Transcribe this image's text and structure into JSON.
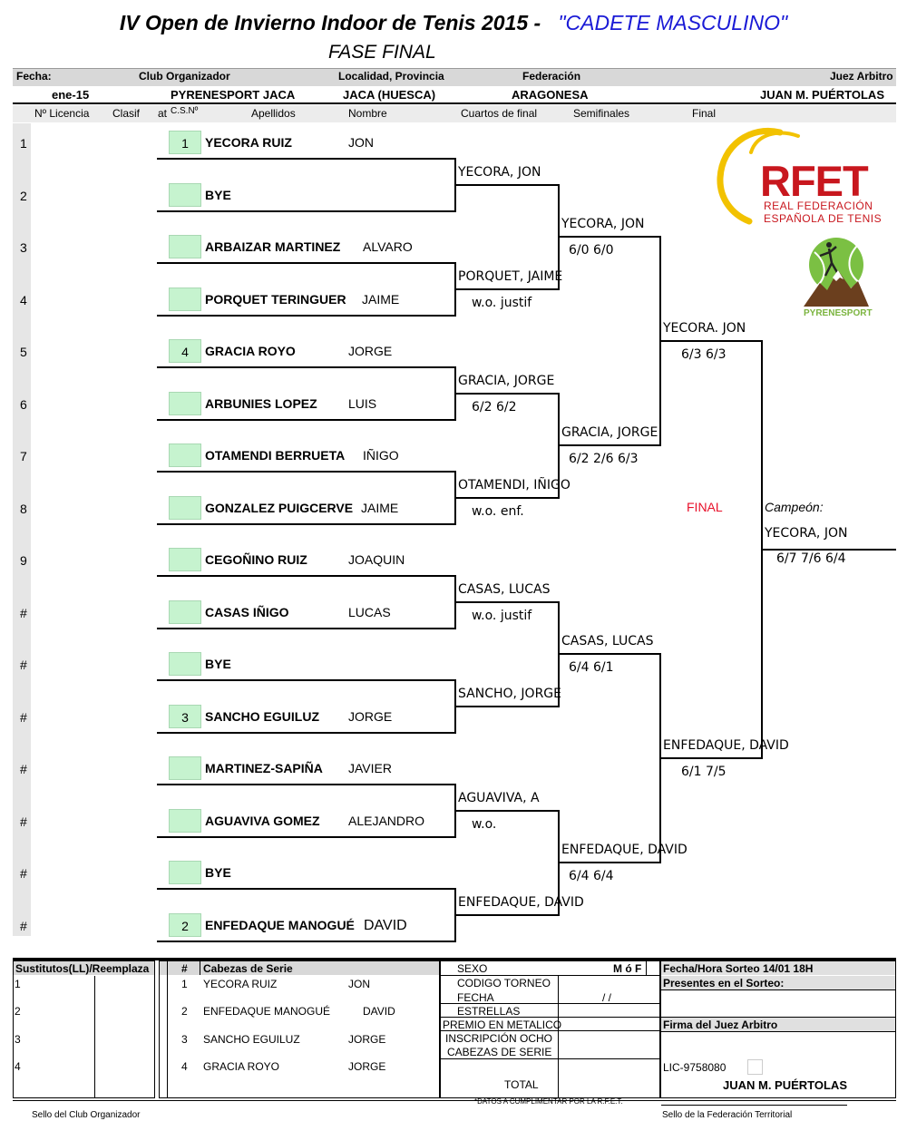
{
  "header": {
    "title_main": "IV Open de Invierno Indoor de Tenis 2015 -",
    "title_category": "\"CADETE MASCULINO\"",
    "subtitle": "FASE FINAL",
    "labels": {
      "fecha": "Fecha:",
      "club": "Club Organizador",
      "localidad": "Localidad, Provincia",
      "federacion": "Federación",
      "juez": "Juez Arbitro"
    },
    "values": {
      "fecha": "ene-15",
      "club": "PYRENESPORT JACA",
      "localidad": "JACA (HUESCA)",
      "federacion": "ARAGONESA",
      "juez": "JUAN M. PUÉRTOLAS"
    }
  },
  "columns": {
    "licencia": "Nº Licencia",
    "clasif": "Clasif",
    "at": "at",
    "csn": "C.S.Nº",
    "apellidos": "Apellidos",
    "nombre": "Nombre",
    "cuartos": "Cuartos de final",
    "semis": "Semifinales",
    "final": "Final"
  },
  "players": [
    {
      "num": "1",
      "seed": "1",
      "surname": "YECORA RUIZ",
      "first": "JON"
    },
    {
      "num": "2",
      "seed": "",
      "surname": "BYE",
      "first": ""
    },
    {
      "num": "3",
      "seed": "",
      "surname": "ARBAIZAR MARTINEZ",
      "first": "ALVARO"
    },
    {
      "num": "4",
      "seed": "",
      "surname": "PORQUET TERINGUER",
      "first": "JAIME"
    },
    {
      "num": "5",
      "seed": "4",
      "surname": "GRACIA ROYO",
      "first": "JORGE"
    },
    {
      "num": "6",
      "seed": "",
      "surname": "ARBUNIES LOPEZ",
      "first": "LUIS"
    },
    {
      "num": "7",
      "seed": "",
      "surname": "OTAMENDI BERRUETA",
      "first": "IÑIGO"
    },
    {
      "num": "8",
      "seed": "",
      "surname": "GONZALEZ PUIGCERVE",
      "first": "JAIME"
    },
    {
      "num": "9",
      "seed": "",
      "surname": "CEGOÑINO RUIZ",
      "first": "JOAQUIN"
    },
    {
      "num": "#",
      "seed": "",
      "surname": "CASAS IÑIGO",
      "first": "LUCAS"
    },
    {
      "num": "#",
      "seed": "",
      "surname": "BYE",
      "first": ""
    },
    {
      "num": "#",
      "seed": "3",
      "surname": "SANCHO EGUILUZ",
      "first": "JORGE"
    },
    {
      "num": "#",
      "seed": "",
      "surname": "MARTINEZ-SAPIÑA",
      "first": "JAVIER"
    },
    {
      "num": "#",
      "seed": "",
      "surname": "AGUAVIVA GOMEZ",
      "first": "ALEJANDRO"
    },
    {
      "num": "#",
      "seed": "",
      "surname": "BYE",
      "first": ""
    },
    {
      "num": "#",
      "seed": "2",
      "surname": "ENFEDAQUE MANOGUÉ",
      "first": "DAVID"
    }
  ],
  "round1": [
    {
      "name": "YECORA, JON",
      "score": ""
    },
    {
      "name": "PORQUET, JAIME",
      "score": "w.o. justif"
    },
    {
      "name": "GRACIA, JORGE",
      "score": "6/2 6/2"
    },
    {
      "name": "OTAMENDI, IÑIGO",
      "score": "w.o. enf."
    },
    {
      "name": "CASAS, LUCAS",
      "score": "w.o. justif"
    },
    {
      "name": "SANCHO, JORGE",
      "score": ""
    },
    {
      "name": "AGUAVIVA, A",
      "score": "w.o."
    },
    {
      "name": "ENFEDAQUE, DAVID",
      "score": ""
    }
  ],
  "quarters": [
    {
      "name": "YECORA, JON",
      "score": "6/0 6/0"
    },
    {
      "name": "GRACIA, JORGE",
      "score": "6/2 2/6 6/3"
    },
    {
      "name": "CASAS, LUCAS",
      "score": "6/4 6/1"
    },
    {
      "name": "ENFEDAQUE, DAVID",
      "score": "6/4 6/4"
    }
  ],
  "semis": [
    {
      "name": "YECORA. JON",
      "score": "6/3 6/3"
    },
    {
      "name": "ENFEDAQUE, DAVID",
      "score": "6/1 7/5"
    }
  ],
  "final_label": "FINAL",
  "champion": {
    "label": "Campeón:",
    "name": "YECORA, JON",
    "score": "6/7 7/6 6/4"
  },
  "logos": {
    "rfet_text": "RFET",
    "rfet_sub1": "REAL FEDERACIÓN",
    "rfet_sub2": "ESPAÑOLA DE TENIS",
    "pyrene_text": "PYRENESPORT"
  },
  "bottom": {
    "sustitutos_label": "Sustitutos(LL)/Reemplaza",
    "hash_label": "#",
    "cabezas_label": "Cabezas de Serie",
    "sust_nums": [
      "1",
      "2",
      "3",
      "4"
    ],
    "seeds": [
      {
        "n": "1",
        "surname": "YECORA RUIZ",
        "first": "JON"
      },
      {
        "n": "2",
        "surname": "ENFEDAQUE MANOGUÉ",
        "first": "DAVID"
      },
      {
        "n": "3",
        "surname": "SANCHO EGUILUZ",
        "first": "JORGE"
      },
      {
        "n": "4",
        "surname": "GRACIA ROYO",
        "first": "JORGE"
      }
    ],
    "sexo": "SEXO",
    "mof": "M ó F",
    "codigo": "CODIGO TORNEO",
    "fecha": "FECHA",
    "fecha_slashes": "/         /",
    "estrellas": "ESTRELLAS",
    "premio": "PREMIO EN METALICO",
    "inscripcion1": "INSCRIPCIÓN OCHO",
    "inscripcion2": "CABEZAS DE SERIE",
    "total": "TOTAL",
    "fecha_sorteo": "Fecha/Hora Sorteo 14/01 18H",
    "presentes": "Presentes en el Sorteo:",
    "firma": "Firma del Juez Arbitro",
    "lic": "LIC-9758080",
    "juez_name": "JUAN M. PUÉRTOLAS",
    "datos_note": "*DATOS A CUMPLIMENTAR POR LA R.F.E.T.",
    "sello_club": "Sello del Club Organizador",
    "sello_fed": "Sello de la Federación Territorial"
  },
  "colors": {
    "seed_fill": "#c6f3cf",
    "title_blue": "#1a1ad6",
    "final_red": "#e8102a",
    "rfet_red": "#c8171e"
  }
}
